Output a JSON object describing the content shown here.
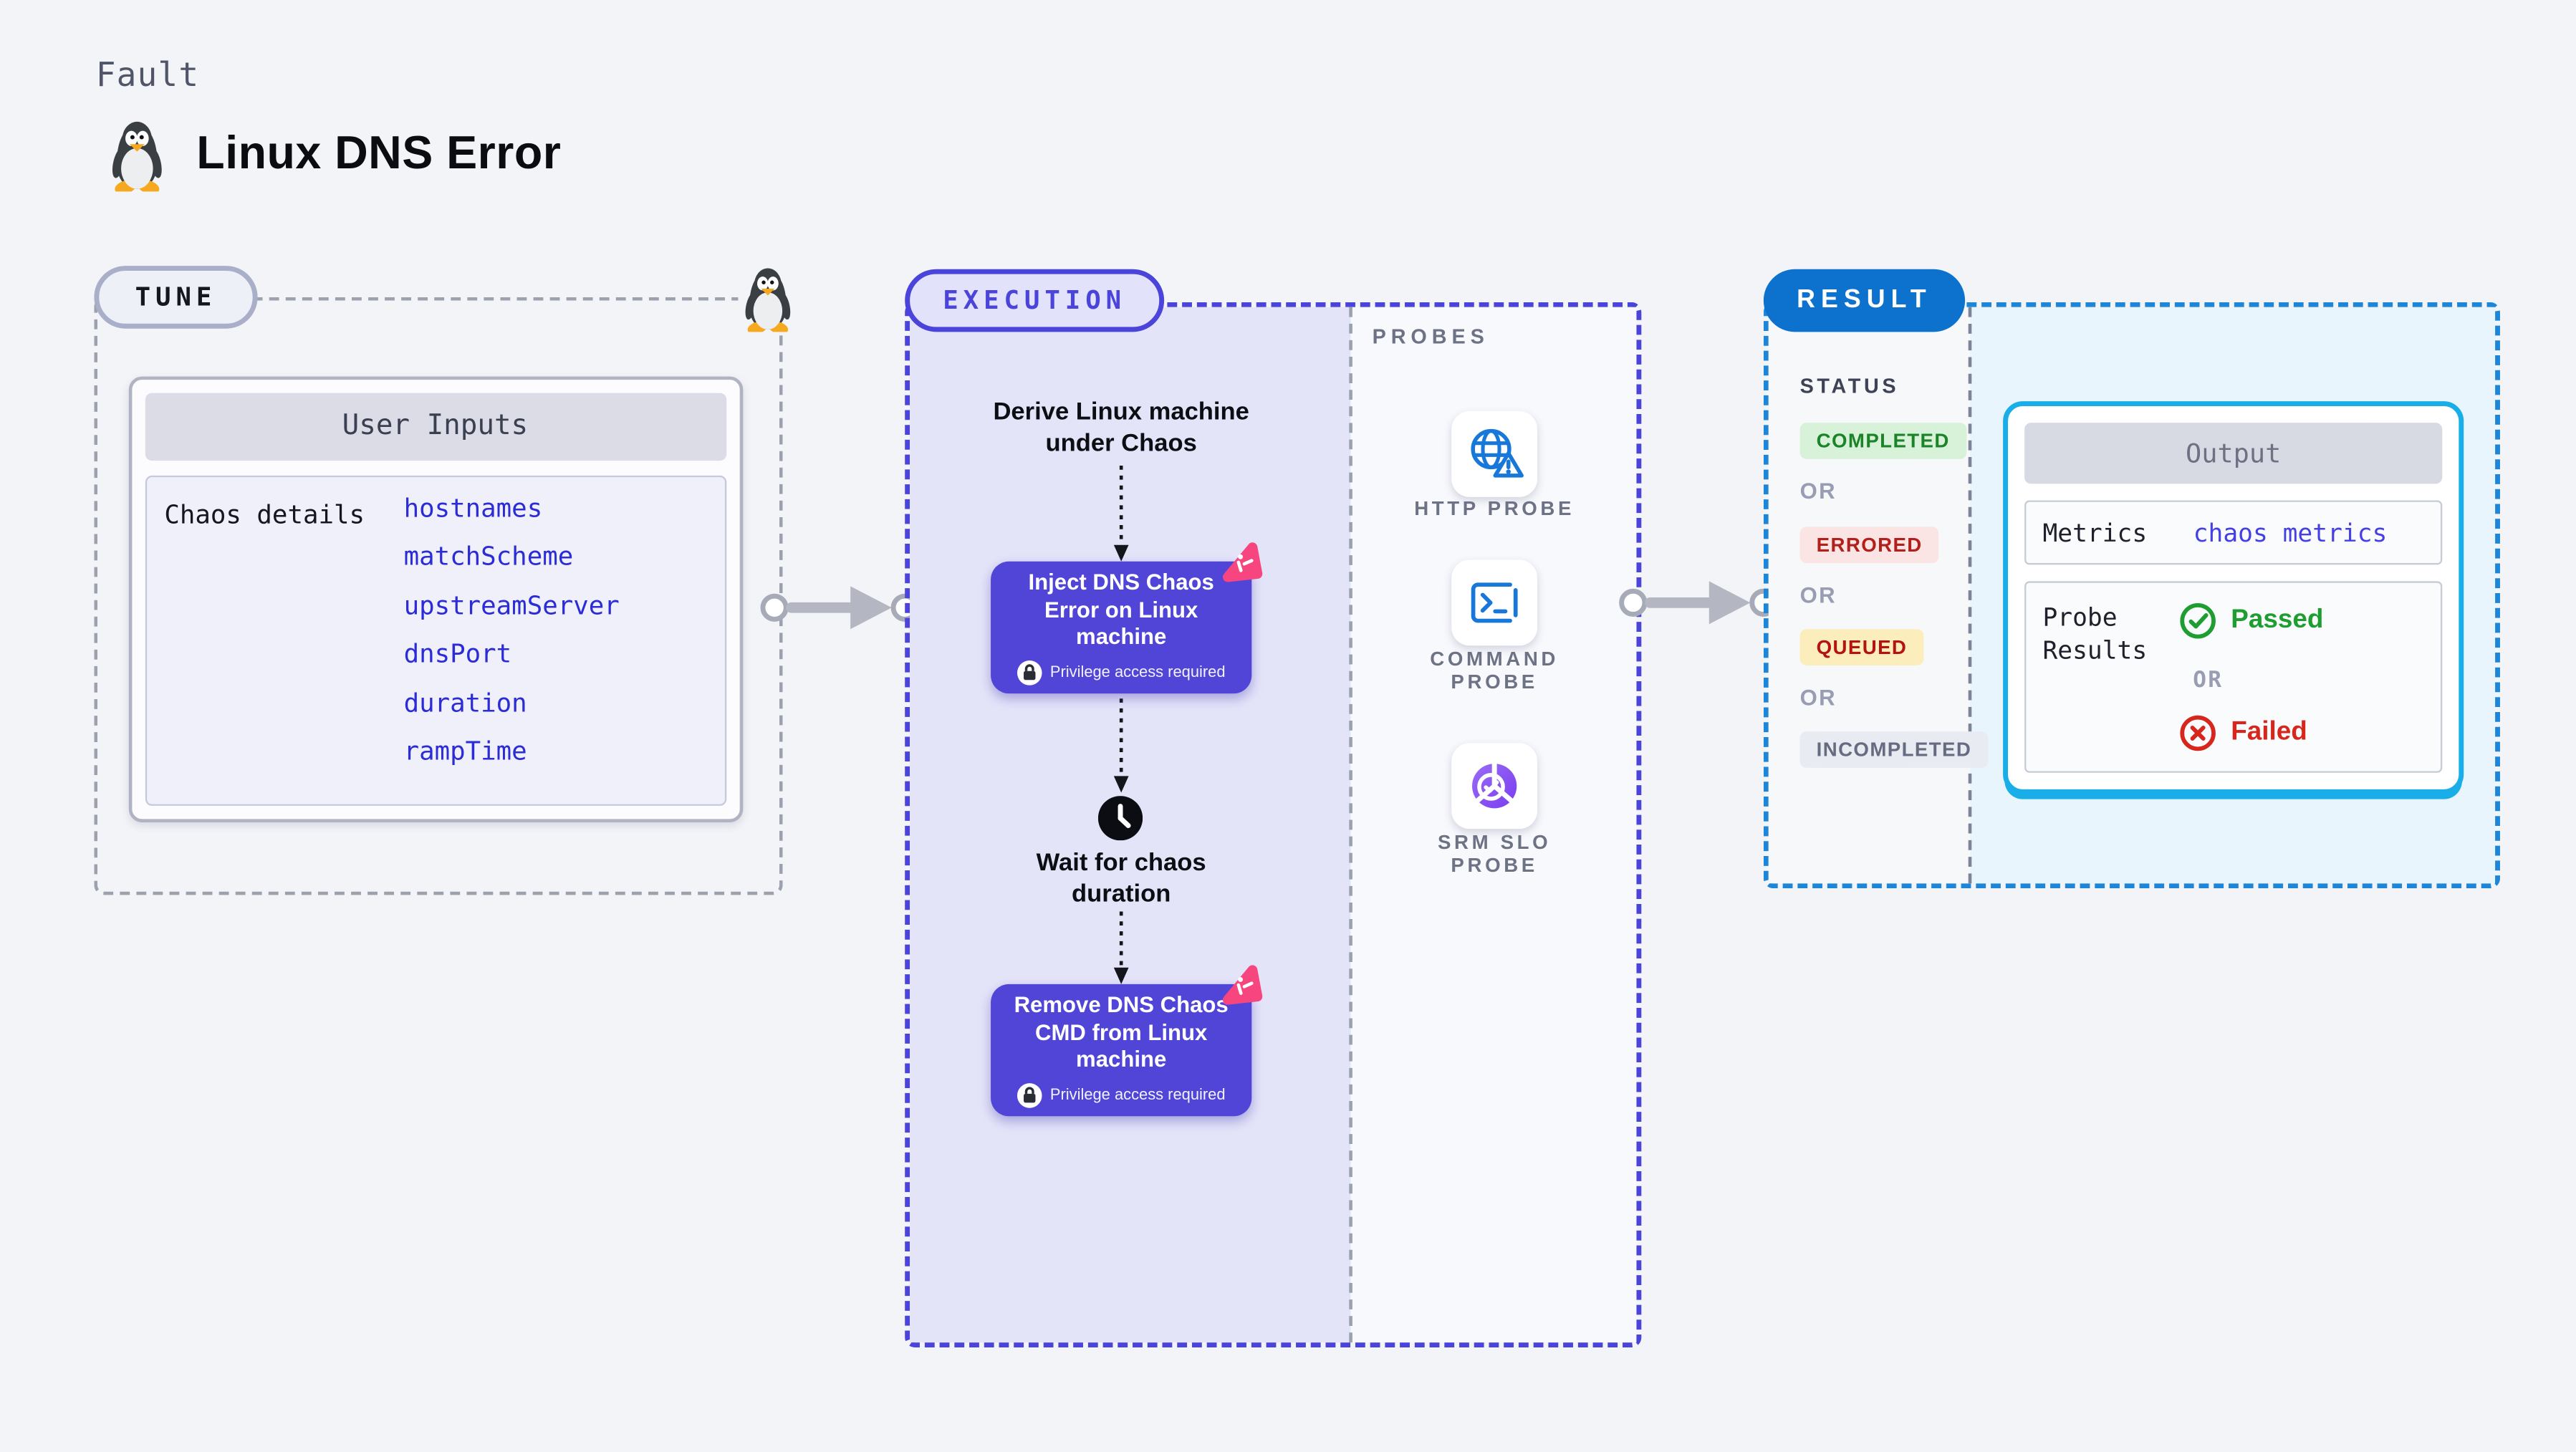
{
  "page": {
    "kicker": "Fault",
    "title": "Linux DNS Error"
  },
  "tune": {
    "badge": "TUNE",
    "card_title": "User Inputs",
    "row_label": "Chaos details",
    "inputs": [
      "hostnames",
      "matchScheme",
      "upstreamServer",
      "dnsPort",
      "duration",
      "rampTime"
    ]
  },
  "execution": {
    "badge": "EXECUTION",
    "steps": {
      "derive": "Derive Linux machine under Chaos",
      "inject": "Inject DNS Chaos Error on Linux machine",
      "wait": "Wait for chaos duration",
      "remove": "Remove DNS Chaos CMD from Linux machine",
      "privilege_note": "Privilege access required"
    },
    "probes": {
      "label": "PROBES",
      "items": [
        {
          "name": "HTTP PROBE",
          "icon": "globe-alert-icon"
        },
        {
          "name": "COMMAND PROBE",
          "icon": "terminal-icon"
        },
        {
          "name": "SRM SLO PROBE",
          "icon": "slo-pie-icon"
        }
      ]
    }
  },
  "result": {
    "badge": "RESULT",
    "status_label": "STATUS",
    "or_label": "OR",
    "statuses": [
      {
        "label": "COMPLETED",
        "bg": "#d8f2d9",
        "color": "#1b8428"
      },
      {
        "label": "ERRORED",
        "bg": "#fbe4e4",
        "color": "#b2201b"
      },
      {
        "label": "QUEUED",
        "bg": "#fceebc",
        "color": "#b51311"
      },
      {
        "label": "INCOMPLETED",
        "bg": "#e9ebf2",
        "color": "#666b80"
      }
    ],
    "output": {
      "title": "Output",
      "metrics_label": "Metrics",
      "metrics_value": "chaos metrics",
      "probe_results_label": "Probe Results",
      "passed_label": "Passed",
      "or_label": "OR",
      "failed_label": "Failed"
    }
  },
  "colors": {
    "page_bg": "#f3f4f8",
    "accent_indigo": "#4a44db",
    "node_indigo": "#5145d8",
    "lavender_panel": "#e4e4f9",
    "chaos_pink": "#f74580",
    "result_blue": "#0c72ce",
    "result_border_blue": "#1e86d8",
    "output_border_cyan": "#19aee8",
    "output_panel_cyan": "#e8f5fc",
    "link_blue": "#2b2cd5",
    "metrics_value_blue": "#4440e4",
    "probe_icon_blue": "#1778d9",
    "passed_green": "#1e9e31",
    "failed_red": "#d7261b",
    "dashed_gray": "#9ba1ad"
  }
}
